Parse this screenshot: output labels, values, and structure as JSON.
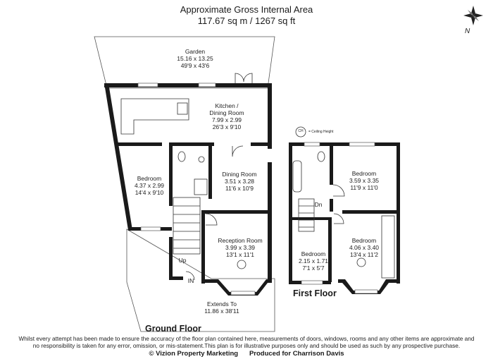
{
  "header": {
    "title": "Approximate Gross Internal Area",
    "area": "117.67 sq m / 1267 sq ft"
  },
  "compass": {
    "label": "N",
    "icon": "compass-rose-icon"
  },
  "ground_floor": {
    "title": "Ground Floor",
    "rooms": [
      {
        "name": "Garden",
        "metric": "15.16 x 13.25",
        "imperial": "49'9 x 43'6"
      },
      {
        "name": "Kitchen /",
        "name2": "Dining Room",
        "metric": "7.99 x 2.99",
        "imperial": "26'3 x 9'10"
      },
      {
        "name": "Bedroom",
        "metric": "4.37 x 2.99",
        "imperial": "14'4 x 9'10"
      },
      {
        "name": "Dining Room",
        "metric": "3.51 x 3.28",
        "imperial": "11'6 x 10'9"
      },
      {
        "name": "Reception Room",
        "metric": "3.99 x 3.39",
        "imperial": "13'1 x 11'1"
      },
      {
        "name": "Extends To",
        "metric": "11.86 x 38'11",
        "imperial": ""
      }
    ],
    "labels": {
      "up": "Up",
      "in": "IN"
    }
  },
  "first_floor": {
    "title": "First Floor",
    "rooms": [
      {
        "name": "Bedroom",
        "metric": "3.59 x 3.35",
        "imperial": "11'9 x 11'0"
      },
      {
        "name": "Bedroom",
        "metric": "4.06 x 3.40",
        "imperial": "13'4 x 11'2"
      },
      {
        "name": "Bedroom",
        "metric": "2.15 x 1.71",
        "imperial": "7'1 x 5'7"
      }
    ],
    "labels": {
      "down": "Dn"
    }
  },
  "legend": {
    "symbol": "CH",
    "text": "= Ceiling Height"
  },
  "disclaimer": {
    "line1": "Whilst every attempt has been made to ensure the accuracy of the floor plan contained here, measurements of doors, windows, rooms and any other items are approximate and",
    "line2": "no responsibility is taken for any error, omission, or mis-statement.This plan is for illustrative purposes only and should be used as such by any prospective purchase."
  },
  "credits": {
    "left": "© Vizion Property Marketing",
    "right": "Produced for Charrison Davis"
  }
}
